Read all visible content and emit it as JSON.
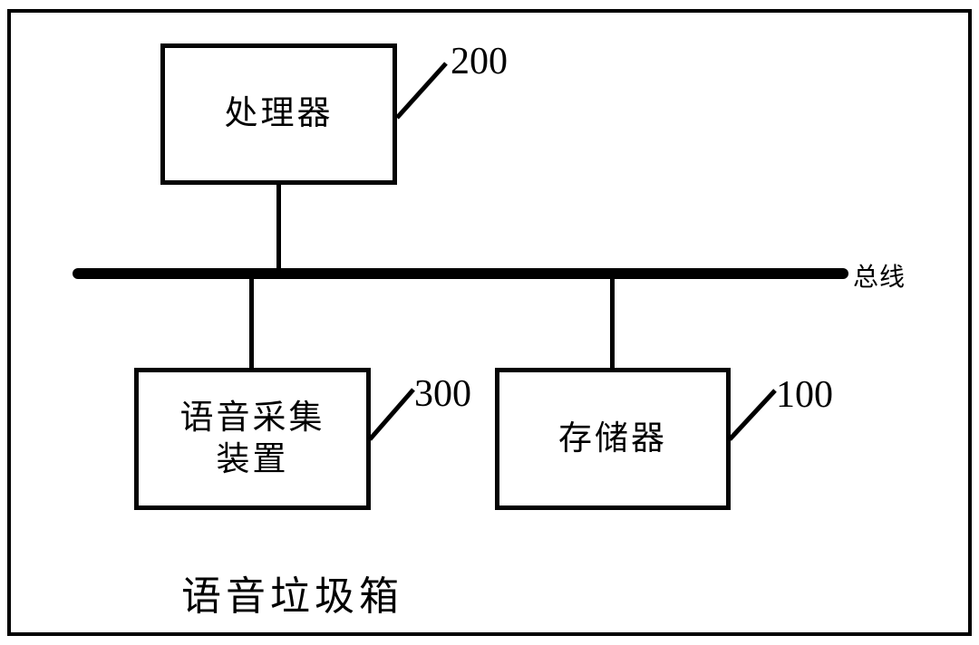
{
  "figure": {
    "caption": "语音垃圾箱",
    "frame_color": "#000000",
    "background_color": "#ffffff"
  },
  "bus": {
    "label": "总线",
    "color": "#000000"
  },
  "nodes": [
    {
      "id": "processor",
      "label": "处理器",
      "reference_number": "200"
    },
    {
      "id": "voice-capture",
      "label": "语音采集\n装置",
      "reference_number": "300"
    },
    {
      "id": "memory",
      "label": "存储器",
      "reference_number": "100"
    }
  ]
}
